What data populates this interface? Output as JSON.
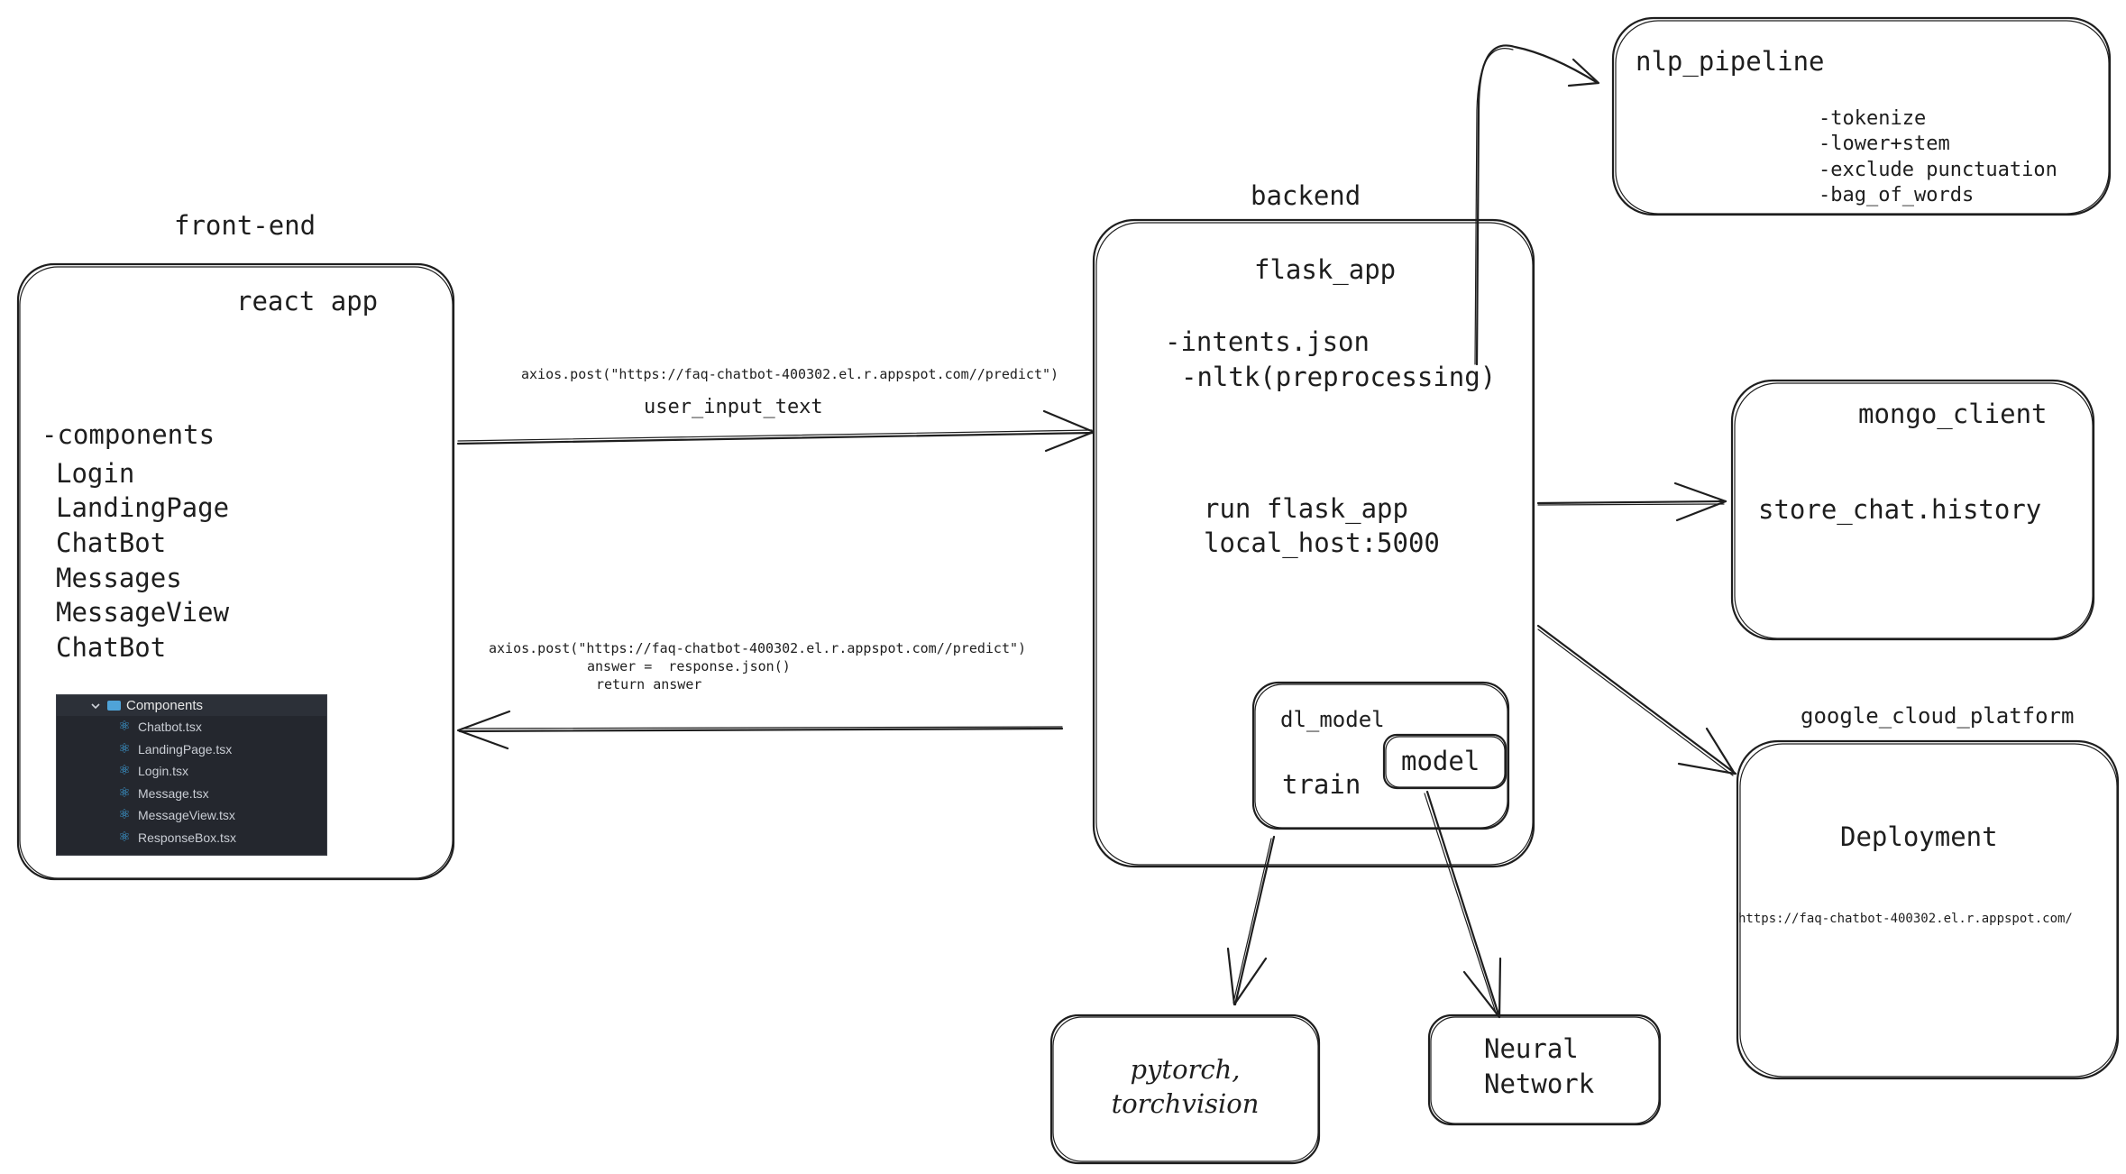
{
  "frontend": {
    "section_title": "front-end",
    "box_title": "react app",
    "components_header": "-components",
    "components": [
      "Login",
      "LandingPage",
      "ChatBot",
      "Messages",
      "MessageView",
      "ChatBot"
    ],
    "file_tree": {
      "folder": "Components",
      "files": [
        "Chatbot.tsx",
        "LandingPage.tsx",
        "Login.tsx",
        "Message.tsx",
        "MessageView.tsx",
        "ResponseBox.tsx"
      ]
    }
  },
  "request_arrow": {
    "code": "axios.post(\"https://faq-chatbot-400302.el.r.appspot.com//predict\")",
    "label": "user_input_text"
  },
  "response_arrow": {
    "lines": [
      "axios.post(\"https://faq-chatbot-400302.el.r.appspot.com//predict\")",
      "answer =  response.json()",
      "return answer"
    ]
  },
  "backend": {
    "section_title": "backend",
    "box_title": "flask_app",
    "line1": "-intents.json",
    "line2": "-nltk(preprocessing)",
    "line3": "run flask_app",
    "line4": "local_host:5000",
    "dl_model": {
      "title": "dl_model",
      "train": "train",
      "model": "model"
    }
  },
  "nlp_pipeline": {
    "title": "nlp_pipeline",
    "steps": [
      "-tokenize",
      "-lower+stem",
      "-exclude punctuation",
      "-bag_of_words"
    ]
  },
  "mongo": {
    "title": "mongo_client",
    "text": "store_chat.history"
  },
  "gcp": {
    "section_title": "google_cloud_platform",
    "title": "Deployment",
    "url": "https://faq-chatbot-400302.el.r.appspot.com/"
  },
  "pytorch": {
    "line1": "pytorch,",
    "line2": "torchvision"
  },
  "neural_network": {
    "line1": "Neural",
    "line2": "Network"
  },
  "colors": {
    "stroke": "#1e1e1e",
    "background": "#ffffff",
    "tree_bg": "#24272e",
    "tree_icon": "#3fa9e8"
  }
}
